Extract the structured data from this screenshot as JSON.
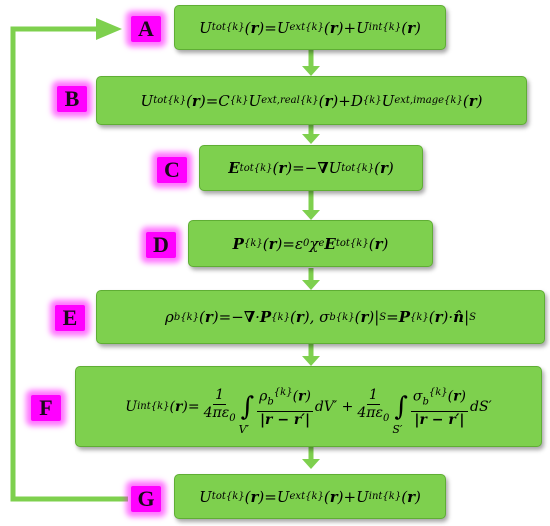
{
  "labels": {
    "A": "A",
    "B": "B",
    "C": "C",
    "D": "D",
    "E": "E",
    "F": "F",
    "G": "G"
  },
  "colors": {
    "box": "#7ed04e",
    "box_border": "#5fae34",
    "arrow": "#7ed04e",
    "label": "#ff00ff"
  },
  "eq": {
    "U": "U",
    "tot": "tot",
    "ext": "ext",
    "int": "int",
    "k": "{k}",
    "r": "r",
    "eqsign": " = ",
    "plus": "+",
    "minus": "−",
    "C": "C",
    "D": "D",
    "ext_real": "ext,real",
    "ext_image": "ext,image",
    "E": "E",
    "nabla": "∇",
    "P": "P",
    "eps0": "ε",
    "zero": "0",
    "chi": "χ",
    "e": "e",
    "rho": "ρ",
    "b": "b",
    "sigma": "σ",
    "S": "S",
    "dot": " · ",
    "nhat": "n̂",
    "one": "1",
    "four_pi_eps": "4πε",
    "rprime": "r′",
    "dV": "dV′",
    "dS": "dS′",
    "Vp": "V′",
    "Sp": "S′"
  }
}
